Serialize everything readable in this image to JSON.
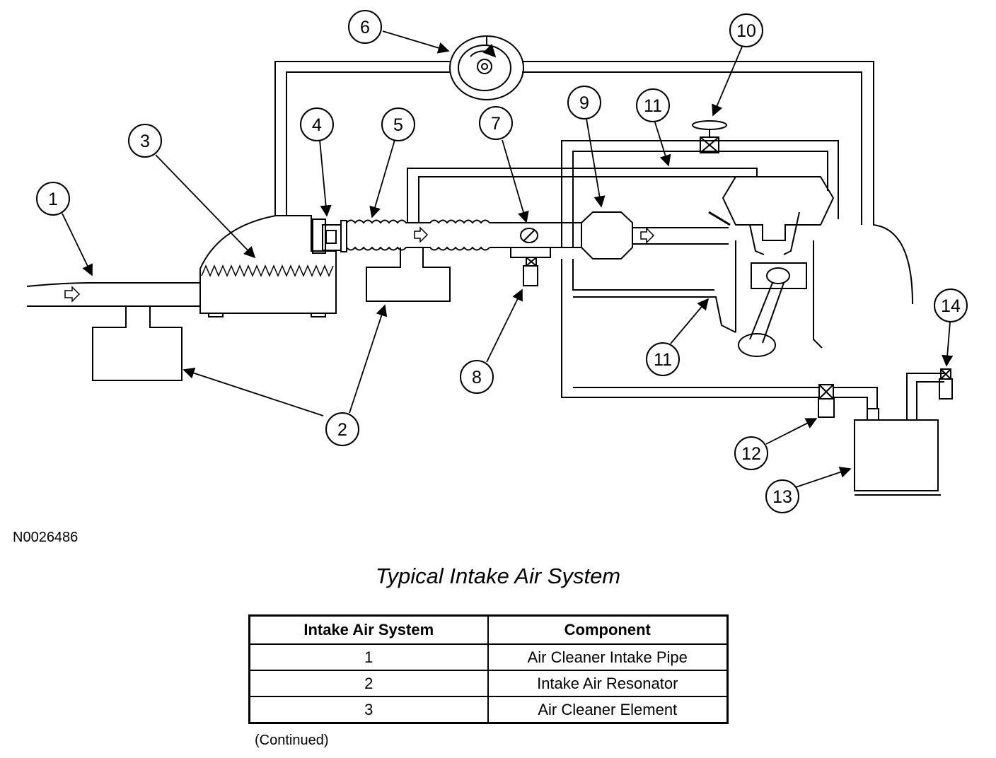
{
  "figure_id": "N0026486",
  "caption": "Typical Intake Air System",
  "callouts": [
    "1",
    "2",
    "3",
    "4",
    "5",
    "6",
    "7",
    "8",
    "9",
    "10",
    "11",
    "12",
    "13",
    "14"
  ],
  "table": {
    "headers": [
      "Intake Air System",
      "Component"
    ],
    "rows": [
      {
        "num": "1",
        "component": "Air Cleaner Intake Pipe"
      },
      {
        "num": "2",
        "component": "Intake Air Resonator"
      },
      {
        "num": "3",
        "component": "Air Cleaner Element"
      }
    ]
  },
  "footnote": "(Continued)"
}
